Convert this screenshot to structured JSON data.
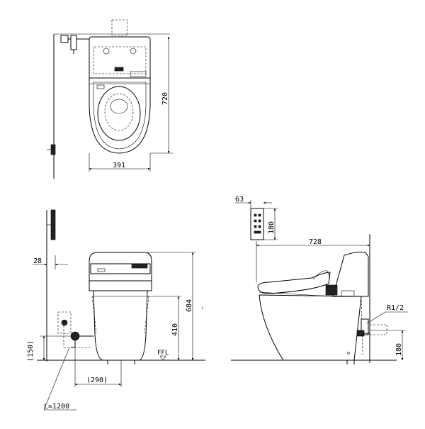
{
  "views": {
    "top": {
      "width_label": "391",
      "depth_label": "720"
    },
    "front": {
      "wall_gap_label": "28",
      "height_label": "684",
      "seat_height_label": "410",
      "floor_label": "FFL",
      "supply_height_label": "(150)",
      "supply_offset_label": "(290)",
      "hose_length_label": "L=1200"
    },
    "side": {
      "remote_offset_label": "63",
      "remote_height_label": "180",
      "length_label": "728",
      "pipe_size_label": "R1/2",
      "pipe_height_label": "180"
    }
  }
}
